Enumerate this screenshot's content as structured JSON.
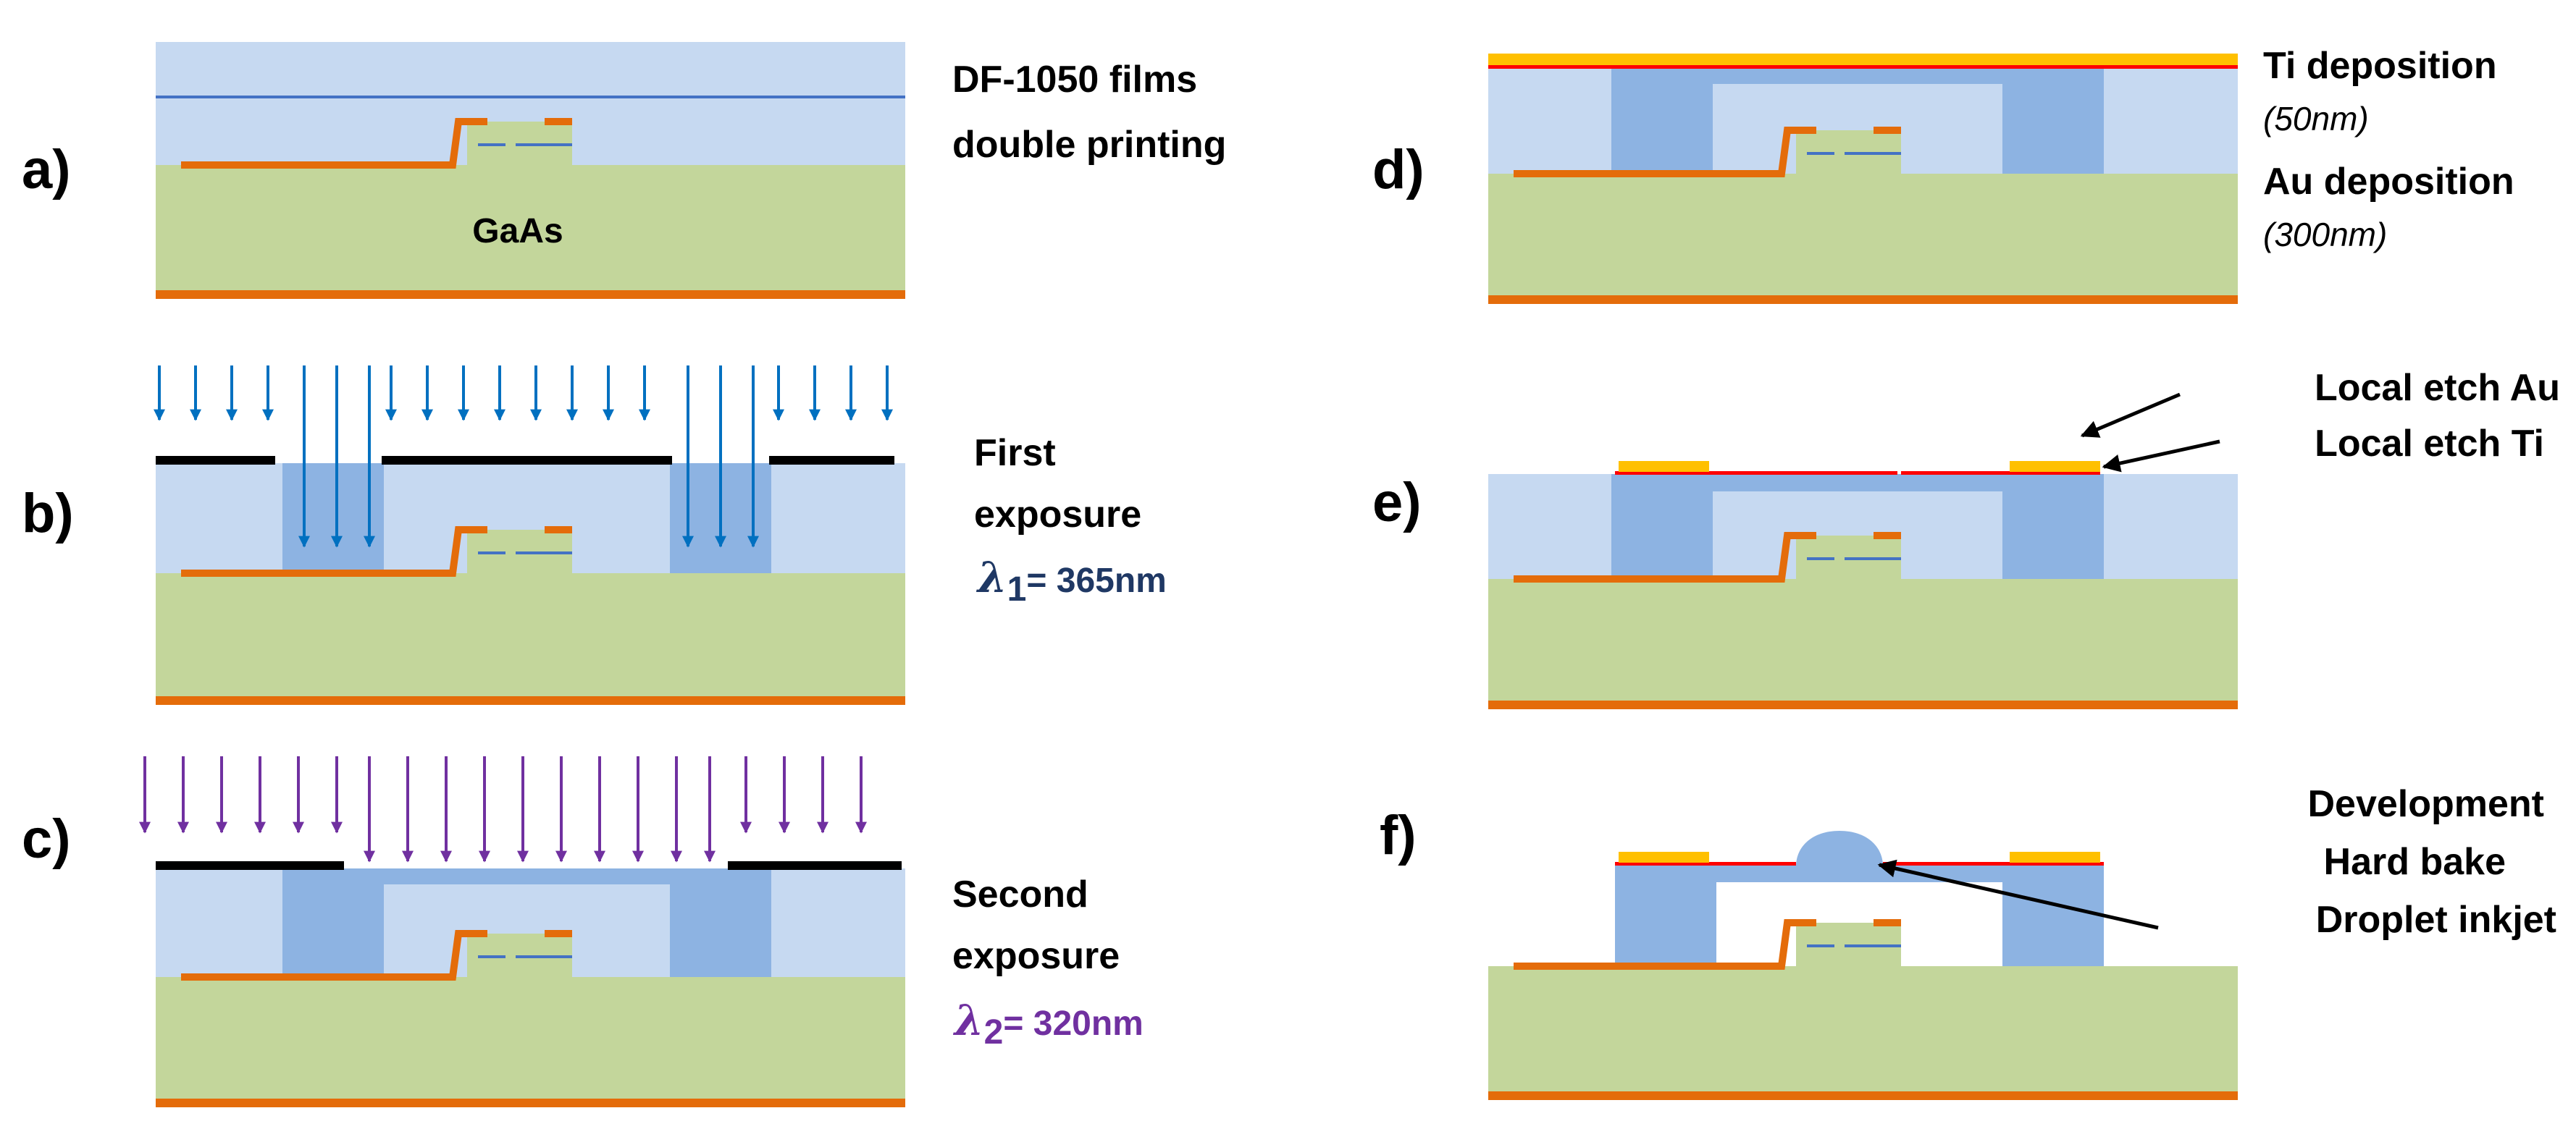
{
  "colors": {
    "substrate": "#c3d69b",
    "resist": "#c6d9f1",
    "exposed": "#8db3e2",
    "contact": "#e46c0a",
    "titanium": "#ff0000",
    "gold": "#ffc000",
    "mask": "#000000",
    "arrow_blue": "#0070c0",
    "arrow_purple": "#7030a0",
    "lambda1_text": "#1f3864",
    "lambda2_text": "#7030a0"
  },
  "panels": {
    "a": {
      "label": "a)",
      "caption_line1": "DF-1050 films",
      "caption_line2": "double printing",
      "substrate_label": "GaAs"
    },
    "b": {
      "label": "b)",
      "caption_line1": "First",
      "caption_line2": "exposure",
      "lambda_symbol": "λ",
      "lambda_sub": "1",
      "lambda_value": "= 365nm"
    },
    "c": {
      "label": "c)",
      "caption_line1": "Second",
      "caption_line2": "exposure",
      "lambda_symbol": "λ",
      "lambda_sub": "2",
      "lambda_value": "= 320nm"
    },
    "d": {
      "label": "d)",
      "ti_label": "Ti deposition",
      "ti_thickness": "(50nm)",
      "au_label": "Au deposition",
      "au_thickness": "(300nm)"
    },
    "e": {
      "label": "e)",
      "etch_au": "Local etch Au",
      "etch_ti": "Local etch Ti"
    },
    "f": {
      "label": "f)",
      "step1": "Development",
      "step2": "Hard bake",
      "step3": "Droplet inkjet"
    }
  }
}
